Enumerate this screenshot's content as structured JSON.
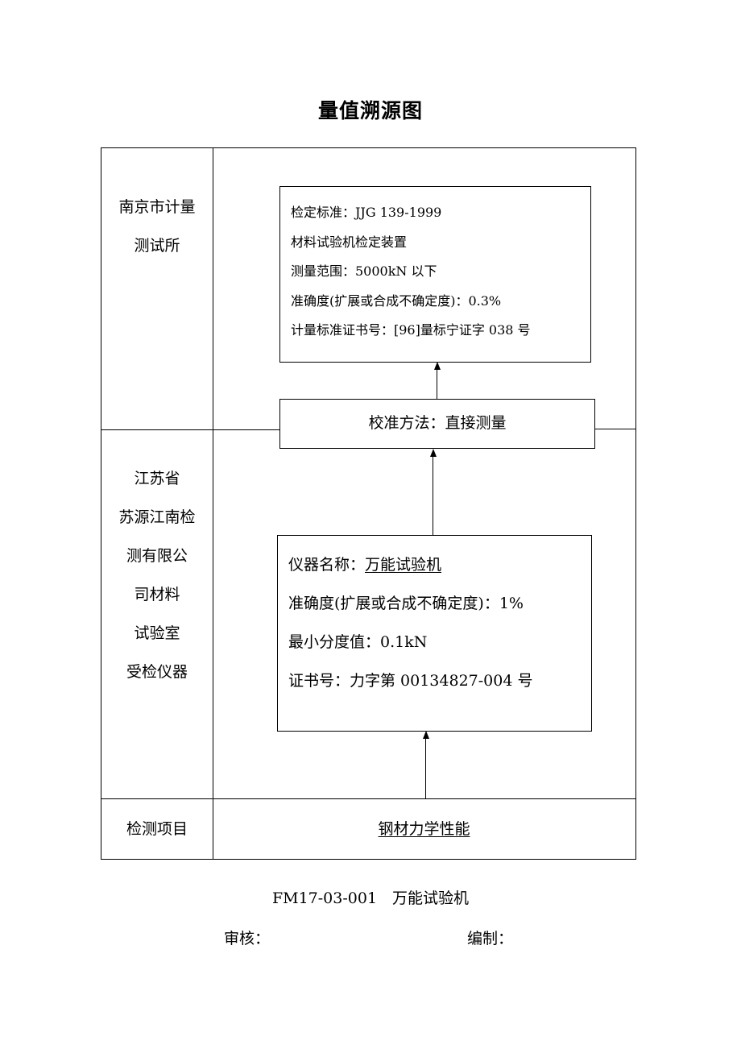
{
  "title": "量值溯源图",
  "rows": {
    "top_label": [
      "南京市计量",
      "测试所"
    ],
    "middle_label": [
      "江苏省",
      "苏源江南检",
      "测有限公",
      "司材料",
      "试验室",
      "受检仪器"
    ]
  },
  "standard": {
    "lines": [
      "检定标准：JJG 139-1999",
      "材料试验机检定装置",
      "测量范围：5000kN 以下",
      "准确度(扩展或合成不确定度)：0.3%",
      "计量标准证书号：[96]量标宁证字 038 号"
    ]
  },
  "method": "校准方法：直接测量",
  "instrument": {
    "name_label": "仪器名称：",
    "name_value": "万能试验机",
    "accuracy": "准确度(扩展或合成不确定度)：1%",
    "min_division": "最小分度值：0.1kN",
    "certificate": "证书号：力字第 00134827-004 号"
  },
  "test_item": {
    "label": "检测项目",
    "value": "钢材力学性能"
  },
  "footer": {
    "code": "FM17-03-001　万能试验机",
    "reviewer": "审核：",
    "compiler": "编制："
  }
}
